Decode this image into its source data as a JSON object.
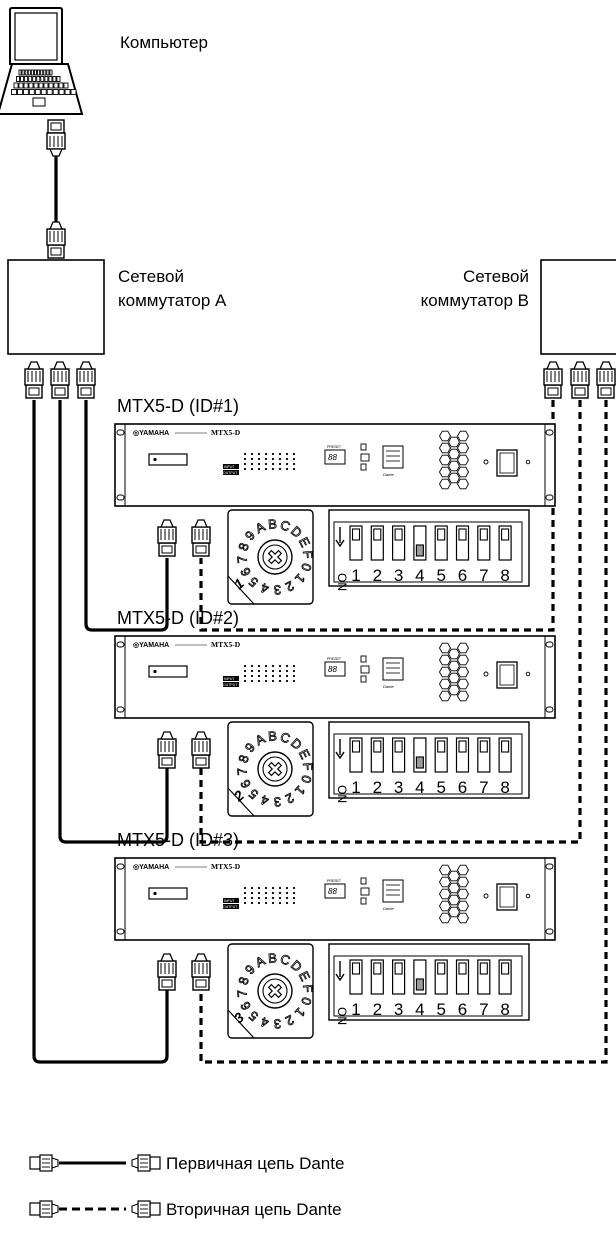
{
  "labels": {
    "computer": "Компьютер",
    "switch_a_line1": "Сетевой",
    "switch_a_line2": "коммутатор A",
    "switch_b_line1": "Сетевой",
    "switch_b_line2": "коммутатор B"
  },
  "devices": [
    {
      "title": "MTX5-D (ID#1)",
      "rotary_id": "1",
      "dip": {
        "on_label": "ON",
        "switches": [
          "1",
          "2",
          "3",
          "4",
          "5",
          "6",
          "7",
          "8"
        ],
        "down": [
          4
        ]
      }
    },
    {
      "title": "MTX5-D (ID#2)",
      "rotary_id": "2",
      "dip": {
        "on_label": "ON",
        "switches": [
          "1",
          "2",
          "3",
          "4",
          "5",
          "6",
          "7",
          "8"
        ],
        "down": [
          4
        ]
      }
    },
    {
      "title": "MTX5-D (ID#3)",
      "rotary_id": "3",
      "dip": {
        "on_label": "ON",
        "switches": [
          "1",
          "2",
          "3",
          "4",
          "5",
          "6",
          "7",
          "8"
        ],
        "down": [
          4
        ]
      }
    }
  ],
  "panel": {
    "brand": "YAMAHA",
    "model": "MTX5-D",
    "display": "88",
    "preset_label": "PRESET",
    "input_label": "INPUT",
    "output_label": "OUTPUT",
    "dante_label": "Dante"
  },
  "rotary_hex": [
    "8",
    "9",
    "A",
    "B",
    "C",
    "D",
    "E",
    "F",
    "0",
    "1",
    "2",
    "3",
    "4",
    "5",
    "6",
    "7"
  ],
  "legend": {
    "primary": "Первичная цепь Dante",
    "secondary": "Вторичная цепь Dante"
  }
}
